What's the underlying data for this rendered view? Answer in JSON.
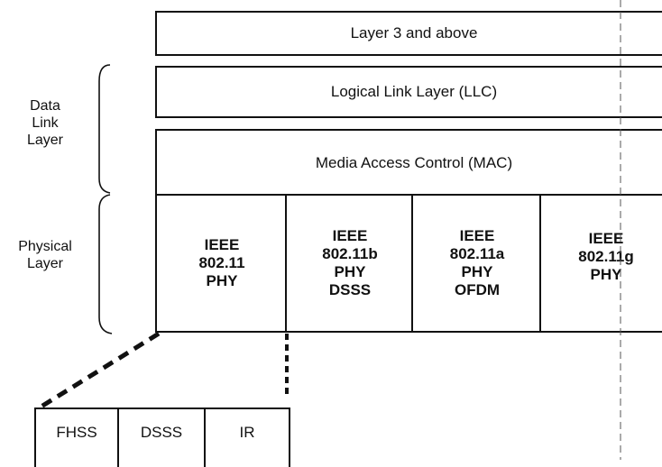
{
  "layers": {
    "layer3": "Layer 3 and above",
    "llc": "Logical Link Layer (LLC)",
    "mac": "Media Access Control (MAC)"
  },
  "side_labels": {
    "data_link": [
      "Data",
      "Link",
      "Layer"
    ],
    "physical": [
      "Physical",
      "Layer"
    ]
  },
  "phy_columns": [
    [
      "IEEE",
      "802.11",
      "PHY"
    ],
    [
      "IEEE",
      "802.11b",
      "PHY",
      "DSSS"
    ],
    [
      "IEEE",
      "802.11a",
      "PHY",
      "OFDM"
    ],
    [
      "IEEE",
      "802.11g",
      "PHY"
    ]
  ],
  "sub_boxes": [
    "FHSS",
    "DSSS",
    "IR"
  ]
}
